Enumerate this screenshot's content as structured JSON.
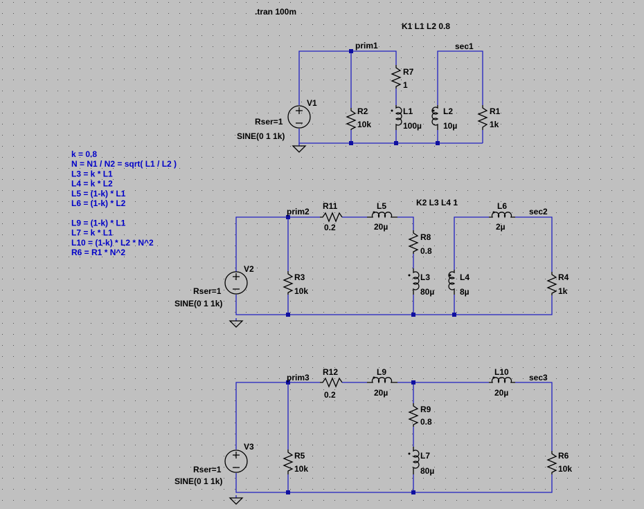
{
  "directives": {
    "tran": ".tran 100m",
    "k1": "K1 L1 L2 0.8",
    "k2": "K2 L3 L4 1"
  },
  "nets": {
    "prim1": "prim1",
    "sec1": "sec1",
    "prim2": "prim2",
    "sec2": "sec2",
    "prim3": "prim3",
    "sec3": "sec3"
  },
  "sources": {
    "v1": {
      "name": "V1",
      "rser": "Rser=1",
      "value": "SINE(0 1 1k)"
    },
    "v2": {
      "name": "V2",
      "rser": "Rser=1",
      "value": "SINE(0 1 1k)"
    },
    "v3": {
      "name": "V3",
      "rser": "Rser=1",
      "value": "SINE(0 1 1k)"
    }
  },
  "components": {
    "r7": {
      "name": "R7",
      "value": "1"
    },
    "r2": {
      "name": "R2",
      "value": "10k"
    },
    "l1": {
      "name": "L1",
      "value": "100µ"
    },
    "l2": {
      "name": "L2",
      "value": "10µ"
    },
    "r1": {
      "name": "R1",
      "value": "1k"
    },
    "r11": {
      "name": "R11",
      "value": "0.2"
    },
    "l5": {
      "name": "L5",
      "value": "20µ"
    },
    "r8": {
      "name": "R8",
      "value": "0.8"
    },
    "l3": {
      "name": "L3",
      "value": "80µ"
    },
    "r3": {
      "name": "R3",
      "value": "10k"
    },
    "l4": {
      "name": "L4",
      "value": "8µ"
    },
    "l6": {
      "name": "L6",
      "value": "2µ"
    },
    "r4": {
      "name": "R4",
      "value": "1k"
    },
    "r12": {
      "name": "R12",
      "value": "0.2"
    },
    "l9": {
      "name": "L9",
      "value": "20µ"
    },
    "r9": {
      "name": "R9",
      "value": "0.8"
    },
    "l7": {
      "name": "L7",
      "value": "80µ"
    },
    "r5": {
      "name": "R5",
      "value": "10k"
    },
    "l10": {
      "name": "L10",
      "value": "20µ"
    },
    "r6": {
      "name": "R6",
      "value": "10k"
    }
  },
  "comments": [
    "k = 0.8",
    "N = N1 / N2 = sqrt( L1 / L2 )",
    "L3 = k * L1",
    "L4 = k * L2",
    "L5 = (1-k) * L1",
    "L6 = (1-k) * L2",
    "",
    "L9 = (1-k) * L1",
    "L7 = k * L1",
    "L10 = (1-k) * L2 * N^2",
    "R6 = R1 * N^2"
  ],
  "colors": {
    "background": "#c0c0c0",
    "wire": "#2020c0",
    "comment_text": "#0000c8",
    "grid_dot": "#505050"
  }
}
